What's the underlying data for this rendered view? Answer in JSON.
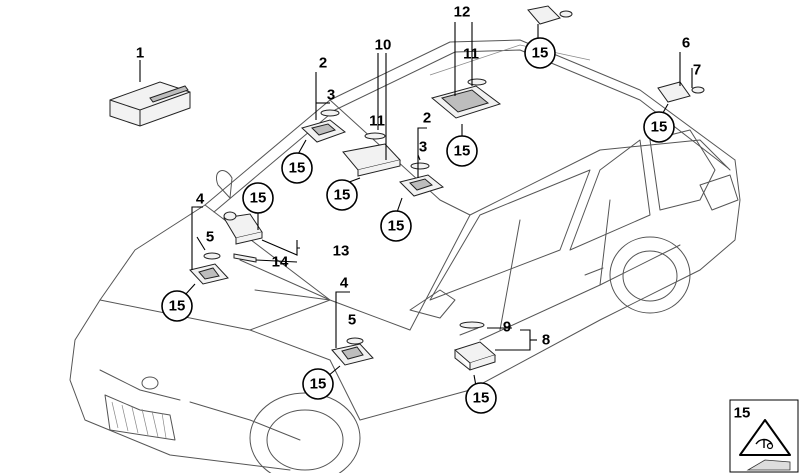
{
  "callouts": [
    {
      "id": "c1",
      "label": "1",
      "circled": false
    },
    {
      "id": "c2a",
      "label": "2",
      "circled": false
    },
    {
      "id": "c3a",
      "label": "3",
      "circled": false
    },
    {
      "id": "c10",
      "label": "10",
      "circled": false
    },
    {
      "id": "c11a",
      "label": "11",
      "circled": false
    },
    {
      "id": "c12",
      "label": "12",
      "circled": false
    },
    {
      "id": "c11b",
      "label": "11",
      "circled": false
    },
    {
      "id": "c2b",
      "label": "2",
      "circled": false
    },
    {
      "id": "c3b",
      "label": "3",
      "circled": false
    },
    {
      "id": "c6",
      "label": "6",
      "circled": false
    },
    {
      "id": "c7",
      "label": "7",
      "circled": false
    },
    {
      "id": "c4a",
      "label": "4",
      "circled": false
    },
    {
      "id": "c5a",
      "label": "5",
      "circled": false
    },
    {
      "id": "c13",
      "label": "13",
      "circled": false
    },
    {
      "id": "c14",
      "label": "14",
      "circled": false
    },
    {
      "id": "c4b",
      "label": "4",
      "circled": false
    },
    {
      "id": "c5b",
      "label": "5",
      "circled": false
    },
    {
      "id": "c9",
      "label": "9",
      "circled": false
    },
    {
      "id": "c8",
      "label": "8",
      "circled": false
    },
    {
      "id": "r15a",
      "label": "15",
      "circled": true
    },
    {
      "id": "r15b",
      "label": "15",
      "circled": true
    },
    {
      "id": "r15c",
      "label": "15",
      "circled": true
    },
    {
      "id": "r15d",
      "label": "15",
      "circled": true
    },
    {
      "id": "r15e",
      "label": "15",
      "circled": true
    },
    {
      "id": "r15f",
      "label": "15",
      "circled": true
    },
    {
      "id": "r15g",
      "label": "15",
      "circled": true
    },
    {
      "id": "r15h",
      "label": "15",
      "circled": true
    },
    {
      "id": "r15i",
      "label": "15",
      "circled": true
    },
    {
      "id": "r15j",
      "label": "15",
      "circled": true
    },
    {
      "id": "r15k",
      "label": "15",
      "circled": true
    }
  ],
  "legend": {
    "label": "15"
  },
  "colors": {
    "line": "#000000",
    "car_outline": "#555555",
    "part_fill": "#f2f2f2",
    "background": "#ffffff"
  }
}
